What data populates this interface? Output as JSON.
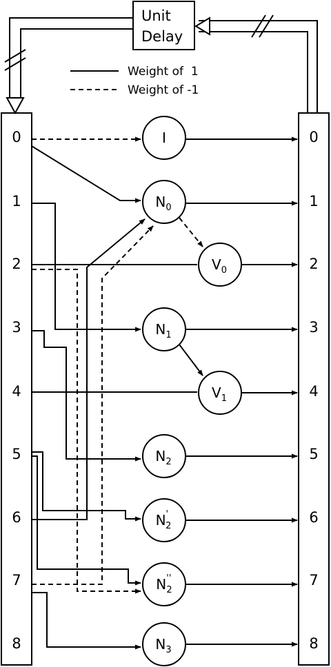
{
  "unit_delay": {
    "line1": "Unit",
    "line2": "Delay"
  },
  "legend": {
    "solid": "Weight of  1",
    "dashed": "Weight of -1"
  },
  "left_bank": {
    "indices": [
      "0",
      "1",
      "2",
      "3",
      "4",
      "5",
      "6",
      "7",
      "8"
    ]
  },
  "right_bank": {
    "indices": [
      "0",
      "1",
      "2",
      "3",
      "4",
      "5",
      "6",
      "7",
      "8"
    ]
  },
  "nodes": {
    "I": {
      "main": "I",
      "sub": ""
    },
    "N0": {
      "main": "N",
      "sub": "0"
    },
    "V0": {
      "main": "V",
      "sub": "0"
    },
    "N1": {
      "main": "N",
      "sub": "1"
    },
    "V1": {
      "main": "V",
      "sub": "1"
    },
    "N2": {
      "main": "N",
      "sub": "2"
    },
    "N2p": {
      "main": "N",
      "sub": "2",
      "prime": "'"
    },
    "N2pp": {
      "main": "N",
      "sub": "2",
      "prime": "''"
    },
    "N3": {
      "main": "N",
      "sub": "3"
    }
  }
}
